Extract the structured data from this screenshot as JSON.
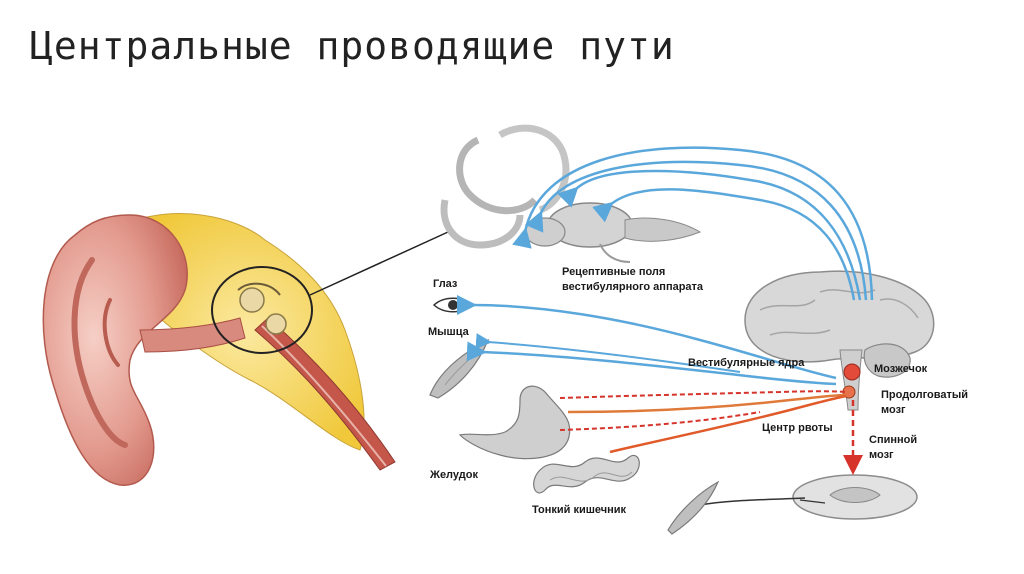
{
  "slide": {
    "title": "Центральные проводящие пути"
  },
  "labels": {
    "receptive_fields_1": "Рецептивные поля",
    "receptive_fields_2": "вестибулярного аппарата",
    "eye": "Глаз",
    "muscle": "Мышца",
    "vestibular_nuclei": "Вестибулярные ядра",
    "cerebellum": "Мозжечок",
    "medulla_1": "Продолговатый",
    "medulla_2": "мозг",
    "vomiting_center": "Центр рвоты",
    "spinal_cord_1": "Спинной",
    "spinal_cord_2": "мозг",
    "stomach": "Желудок",
    "small_intestine": "Тонкий кишечник"
  },
  "colors": {
    "afferent_pathway": "#5aa7dc",
    "efferent_pathway": "#e05a2a",
    "descending_pathway": "#d6332a",
    "ear_skin": "#e8a79c",
    "bone": "#f2d24a"
  }
}
